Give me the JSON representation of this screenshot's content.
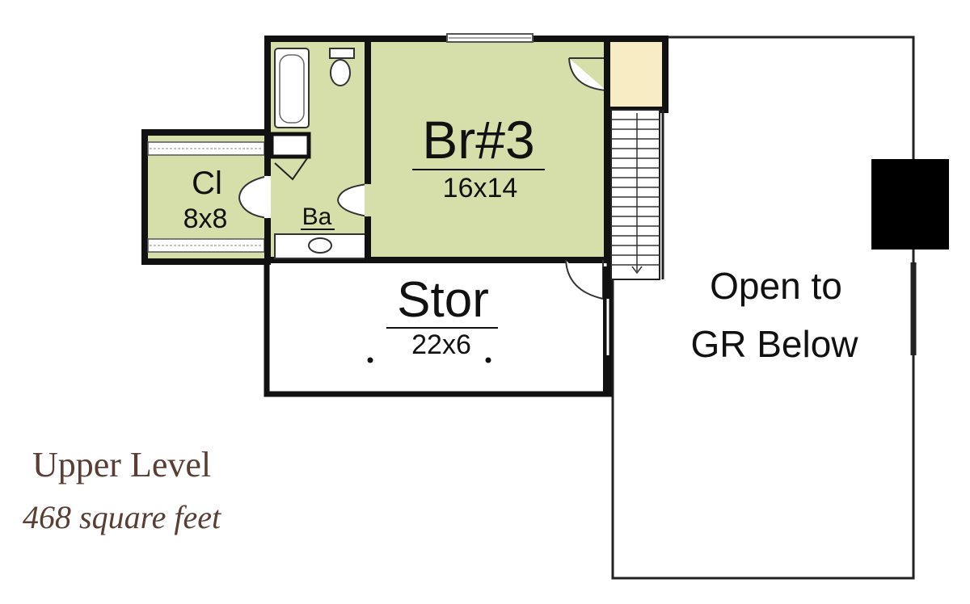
{
  "plan": {
    "rooms": {
      "bedroom": {
        "name": "Br#3",
        "size": "16x14"
      },
      "closet": {
        "name": "Cl",
        "size": "8x8"
      },
      "bath": {
        "name": "Ba"
      },
      "storage": {
        "name": "Stor",
        "size": "22x6"
      },
      "open_area": {
        "line1": "Open to",
        "line2": "GR Below"
      }
    },
    "caption": {
      "title": "Upper Level",
      "area": "468 square feet"
    },
    "colors": {
      "room_fill": "#d6dfa9",
      "landing_fill": "#f7ecc4",
      "wall": "#111111",
      "caption": "#5a3e33"
    }
  }
}
